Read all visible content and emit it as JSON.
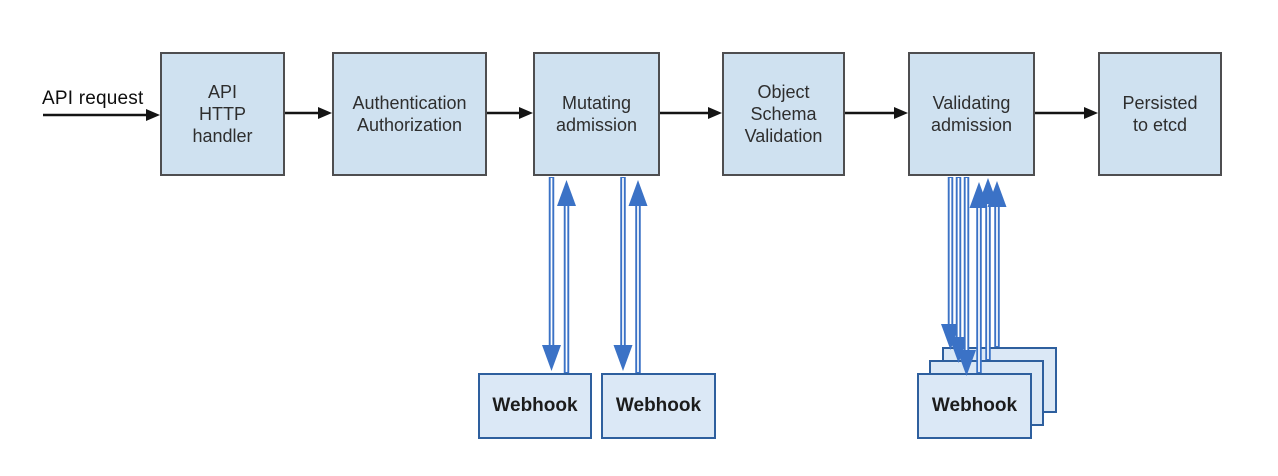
{
  "diagram": {
    "entry_label": "API request",
    "boxes": [
      {
        "id": "api-http-handler",
        "label": "API\nHTTP\nhandler"
      },
      {
        "id": "authentication-authorization",
        "label": "Authentication\nAuthorization"
      },
      {
        "id": "mutating-admission",
        "label": "Mutating\nadmission"
      },
      {
        "id": "object-schema-validation",
        "label": "Object\nSchema\nValidation"
      },
      {
        "id": "validating-admission",
        "label": "Validating\nadmission"
      },
      {
        "id": "persisted-to-etcd",
        "label": "Persisted\nto etcd"
      }
    ],
    "webhooks": {
      "mutating": [
        "Webhook",
        "Webhook"
      ],
      "validating": [
        "Webhook",
        "Webhook",
        "Webhook"
      ]
    },
    "colors": {
      "process_box_fill": "#cfe1f0",
      "process_box_border": "#4e4e50",
      "webhook_box_fill": "#dbe8f6",
      "webhook_box_border": "#2e5f9e",
      "webhook_arrow_blue": "#3b72c6",
      "flow_arrow_black": "#141414",
      "text_color": "#2e2e2e"
    }
  }
}
